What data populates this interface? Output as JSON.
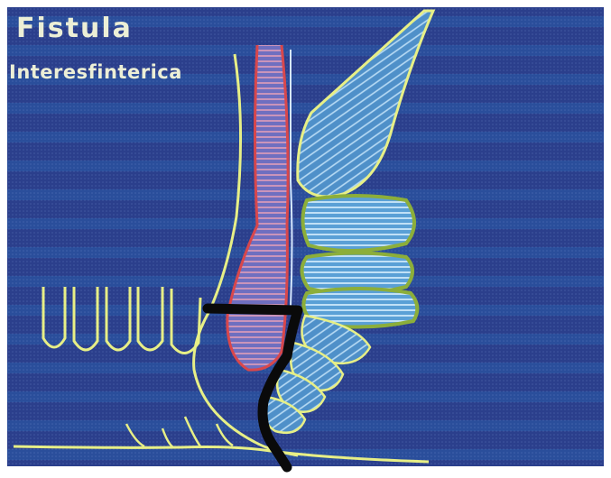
{
  "slide": {
    "title": "Fistula",
    "subtitle": "Interesfinterica"
  },
  "colors": {
    "background": "#2b3f8c",
    "scanline": "#2a5aa8",
    "outline_yellow": "#e7ef86",
    "rectum_red": "#d8474c",
    "muscle_blue": "#5aa0d6",
    "muscle_green": "#8cae3a",
    "fistula_tract": "#0a0a0a"
  },
  "icons": [
    "glands-illustration",
    "anal-canal-illustration",
    "sphincter-muscle-illustration",
    "fistula-tract-illustration"
  ]
}
